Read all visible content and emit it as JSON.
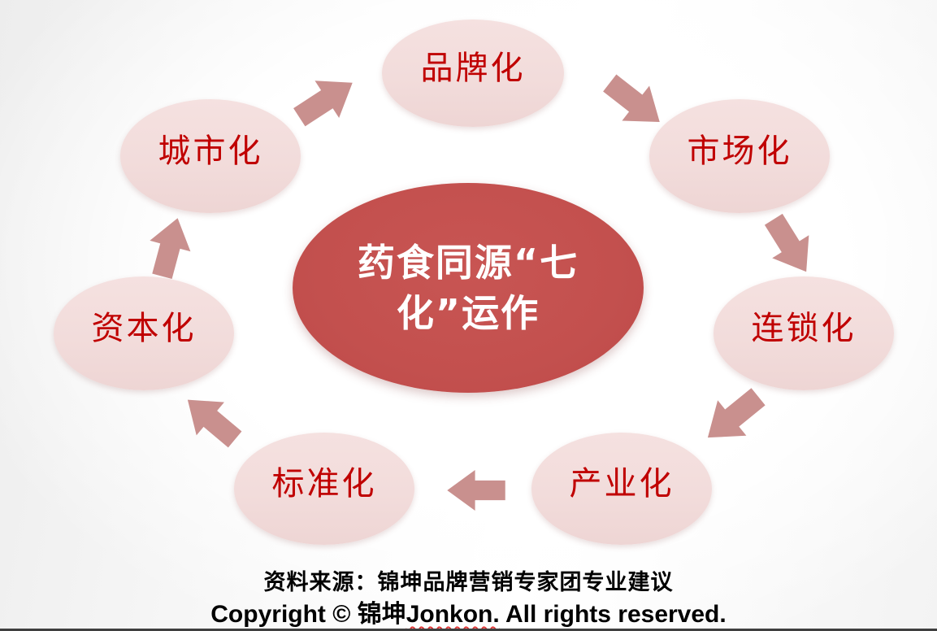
{
  "diagram": {
    "type": "circular-process",
    "center": {
      "full": "药食同源“七化”运作",
      "line1": "药食同源“七",
      "line2": "化”运作"
    },
    "nodes": [
      {
        "id": "branding",
        "label": "品牌化",
        "position": "top"
      },
      {
        "id": "marketization",
        "label": "市场化",
        "position": "top-right"
      },
      {
        "id": "chain",
        "label": "连锁化",
        "position": "right"
      },
      {
        "id": "industrialization",
        "label": "产业化",
        "position": "bottom-right"
      },
      {
        "id": "standardization",
        "label": "标准化",
        "position": "bottom"
      },
      {
        "id": "capitalization",
        "label": "资本化",
        "position": "left"
      },
      {
        "id": "urbanization",
        "label": "城市化",
        "position": "top-left"
      }
    ],
    "arrows": [
      {
        "from": "城市化",
        "to": "品牌化"
      },
      {
        "from": "品牌化",
        "to": "市场化"
      },
      {
        "from": "市场化",
        "to": "连锁化"
      },
      {
        "from": "连锁化",
        "to": "产业化"
      },
      {
        "from": "产业化",
        "to": "标准化"
      },
      {
        "from": "标准化",
        "to": "资本化"
      },
      {
        "from": "资本化",
        "to": "城市化"
      }
    ]
  },
  "footer": {
    "source_line": "资料来源：锦坤品牌营销专家团专业建议",
    "copyright_prefix": "Copyright © 锦坤",
    "copyright_brand": "Jonkon.",
    "copyright_suffix": " All rights reserved."
  },
  "colors": {
    "center_fill": "#C3504E",
    "center_text": "#FFFFFF",
    "node_fill": "#F2DCDB",
    "node_text": "#C00000",
    "arrow": "#C9908E",
    "footer_text": "#000000",
    "squiggle": "#E03636"
  }
}
